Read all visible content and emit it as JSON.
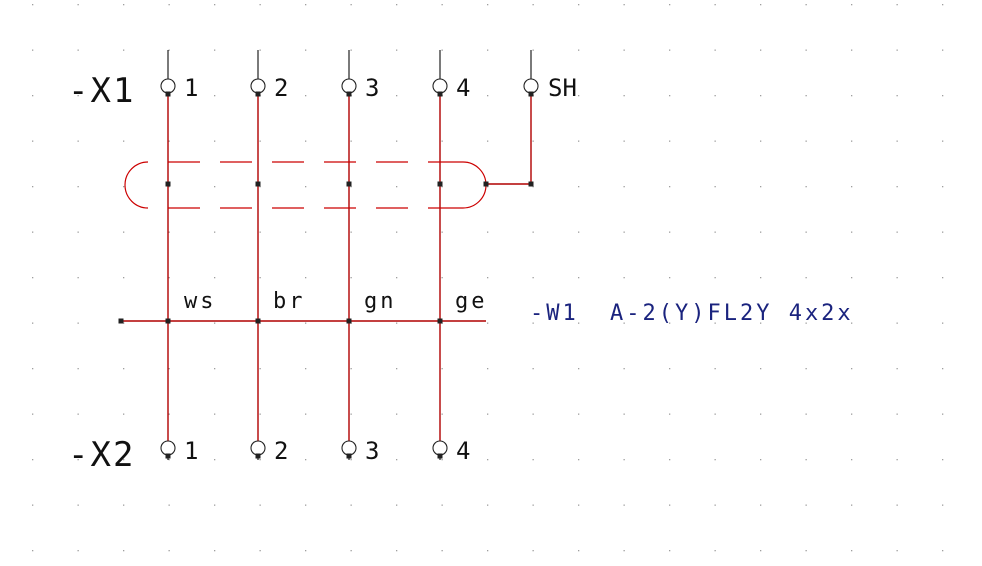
{
  "connectors": {
    "top": {
      "name": "-X1",
      "pins": [
        "1",
        "2",
        "3",
        "4",
        "SH"
      ]
    },
    "bottom": {
      "name": "-X2",
      "pins": [
        "1",
        "2",
        "3",
        "4"
      ]
    }
  },
  "cable": {
    "designation": "-W1",
    "type": "A-2(Y)FL2Y 4x2x",
    "cores": [
      "ws",
      "br",
      "gn",
      "ge"
    ],
    "label_color": "#1a237e"
  },
  "colors": {
    "wire": "#b00000",
    "shield": "#cc0000",
    "grid_dot": "#9e9e9e",
    "symbol": "#222222"
  }
}
